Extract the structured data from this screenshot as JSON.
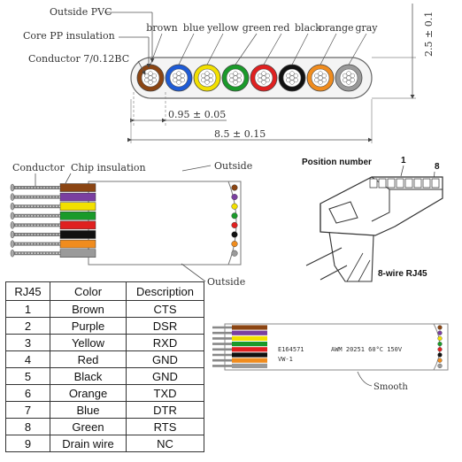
{
  "cross_section": {
    "label_outside": "Outside PVC",
    "label_insulation": "Core PP insulation",
    "label_conductor": "Conductor 7/0.12BC",
    "color_names": [
      "brown",
      "blue",
      "yellow",
      "green",
      "red",
      "black",
      "orange",
      "gray"
    ],
    "core_colors": [
      "#8B4513",
      "#1e5bd6",
      "#f2e000",
      "#1a9a2a",
      "#e02020",
      "#111111",
      "#f08c1e",
      "#9a9a9a"
    ],
    "dim_pitch": "0.95 ± 0.05",
    "dim_width": "8.5 ± 0.15",
    "dim_height": "2.5 ± 0.1"
  },
  "side_view": {
    "label_conductor": "Conductor",
    "label_chip": "Chip insulation",
    "label_outside_top": "Outside",
    "label_outside_bottom": "Outside",
    "wire_colors": [
      "#8B4513",
      "#7a3fa0",
      "#f2e000",
      "#1a9a2a",
      "#e02020",
      "#111111",
      "#f08c1e",
      "#9a9a9a"
    ]
  },
  "connector": {
    "title": "Position number",
    "pos_first": "1",
    "pos_last": "8",
    "caption": "8-wire RJ45"
  },
  "pin_table": {
    "headers": [
      "RJ45",
      "Color",
      "Description"
    ],
    "rows": [
      [
        "1",
        "Brown",
        "CTS"
      ],
      [
        "2",
        "Purple",
        "DSR"
      ],
      [
        "3",
        "Yellow",
        "RXD"
      ],
      [
        "4",
        "Red",
        "GND"
      ],
      [
        "5",
        "Black",
        "GND"
      ],
      [
        "6",
        "Orange",
        "TXD"
      ],
      [
        "7",
        "Blue",
        "DTR"
      ],
      [
        "8",
        "Green",
        "RTS"
      ],
      [
        "9",
        "Drain wire",
        "NC"
      ]
    ]
  },
  "flat_cable": {
    "print_line1": "E164571",
    "print_line2": "VW-1",
    "print_rating": "AWM  20251  60°C  150V",
    "label_smooth": "Smooth",
    "wire_colors": [
      "#8B4513",
      "#7a3fa0",
      "#f2e000",
      "#1a9a2a",
      "#e02020",
      "#111111",
      "#f08c1e",
      "#9a9a9a"
    ]
  }
}
